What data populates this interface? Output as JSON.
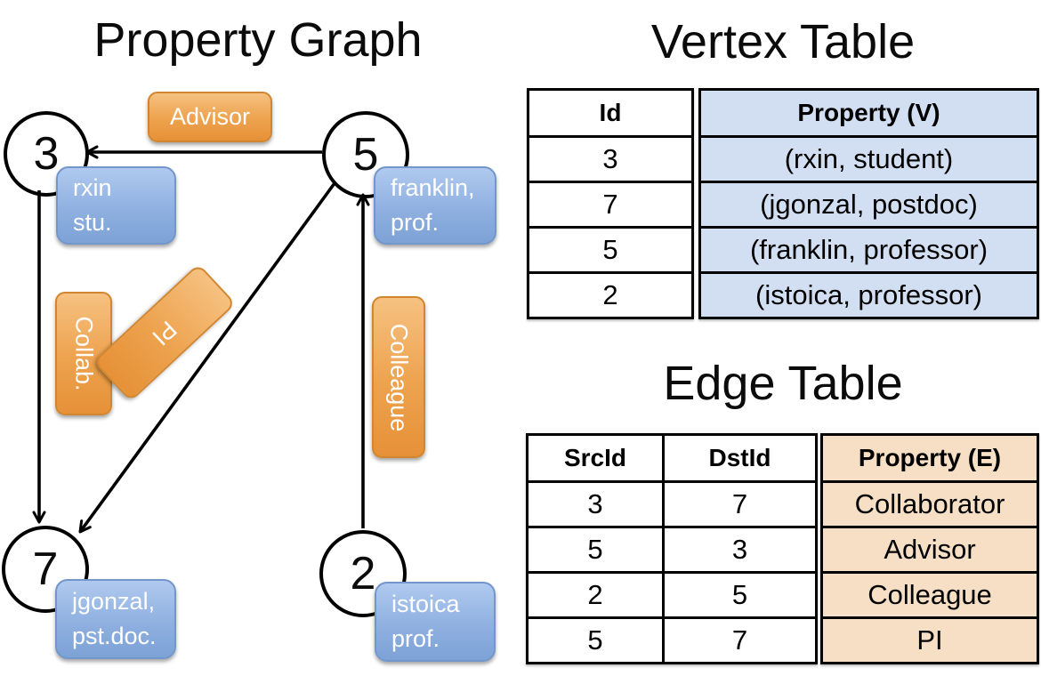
{
  "graph": {
    "title": "Property Graph",
    "nodes": [
      {
        "id": "3",
        "line1": "rxin",
        "line2": "stu."
      },
      {
        "id": "5",
        "line1": "franklin,",
        "line2": "prof."
      },
      {
        "id": "7",
        "line1": "jgonzal,",
        "line2": "pst.doc."
      },
      {
        "id": "2",
        "line1": "istoica",
        "line2": "prof."
      }
    ],
    "edge_labels": {
      "advisor": "Advisor",
      "collab": "Collab.",
      "pi": "PI",
      "colleague": "Colleague"
    }
  },
  "vertex_table": {
    "title": "Vertex Table",
    "columns": {
      "id": "Id",
      "property": "Property (V)"
    },
    "rows": [
      {
        "id": "3",
        "property": "(rxin, student)"
      },
      {
        "id": "7",
        "property": "(jgonzal, postdoc)"
      },
      {
        "id": "5",
        "property": "(franklin, professor)"
      },
      {
        "id": "2",
        "property": "(istoica, professor)"
      }
    ]
  },
  "edge_table": {
    "title": "Edge Table",
    "columns": {
      "src": "SrcId",
      "dst": "DstId",
      "property": "Property (E)"
    },
    "rows": [
      {
        "src": "3",
        "dst": "7",
        "property": "Collaborator"
      },
      {
        "src": "5",
        "dst": "3",
        "property": "Advisor"
      },
      {
        "src": "2",
        "dst": "5",
        "property": "Colleague"
      },
      {
        "src": "5",
        "dst": "7",
        "property": "PI"
      }
    ]
  },
  "colors": {
    "vertex_property_bg": "#d2def1",
    "edge_property_bg": "#f6dfc4",
    "vertex_box_blue": "#7da2d6",
    "edge_box_orange": "#eda24d",
    "line_black": "#000000"
  }
}
